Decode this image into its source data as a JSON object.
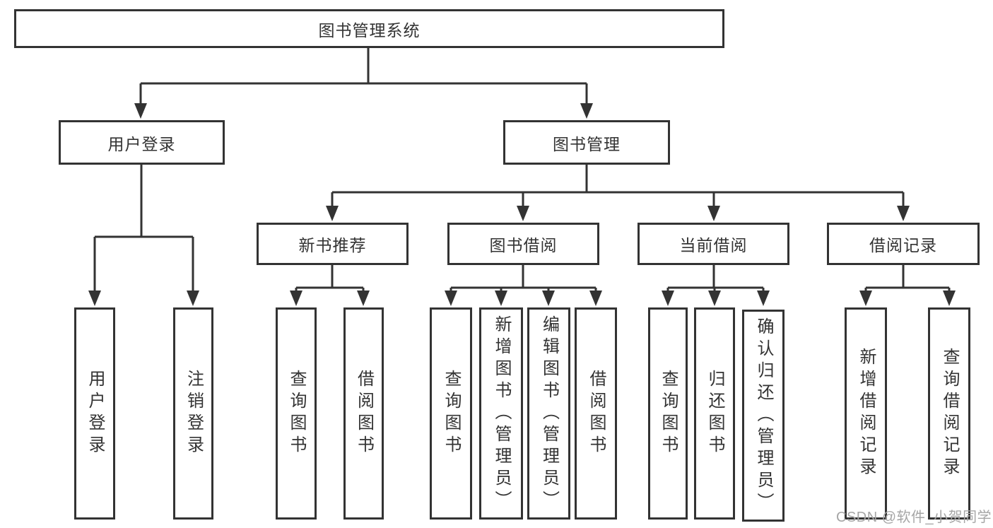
{
  "nodes": {
    "root": "图书管理系统",
    "user_login": "用户登录",
    "book_mgmt": "图书管理",
    "new_book_rec": "新书推荐",
    "book_borrow": "图书借阅",
    "current_borrow": "当前借阅",
    "borrow_records": "借阅记录",
    "leaf_user_login": "用户登录",
    "leaf_logout": "注销登录",
    "leaf_query_book_1": "查询图书",
    "leaf_borrow_book_1": "借阅图书",
    "leaf_query_book_2": "查询图书",
    "leaf_add_book": "新增图书（管理员）",
    "leaf_edit_book": "编辑图书（管理员）",
    "leaf_borrow_book_2": "借阅图书",
    "leaf_query_book_3": "查询图书",
    "leaf_return_book": "归还图书",
    "leaf_confirm_return": "确认归还（管理员）",
    "leaf_add_record": "新增借阅记录",
    "leaf_query_record": "查询借阅记录"
  },
  "watermark": {
    "text": "CSDN @软件_小贺同学"
  },
  "colors": {
    "line": "#333333",
    "text": "#333333",
    "background": "#ffffff",
    "watermark": "#a6a6a6"
  }
}
